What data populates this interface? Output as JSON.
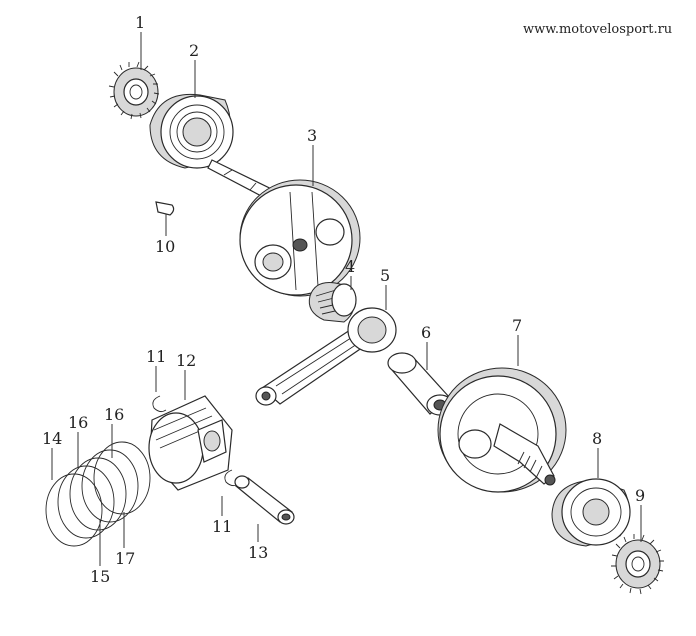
{
  "site_url": "www.motovelosport.ru",
  "callouts": {
    "c1": "1",
    "c2": "2",
    "c3": "3",
    "c4": "4",
    "c5": "5",
    "c6": "6",
    "c7": "7",
    "c8": "8",
    "c9": "9",
    "c10": "10",
    "c11a": "11",
    "c11b": "11",
    "c12": "12",
    "c13": "13",
    "c14": "14",
    "c15": "15",
    "c16a": "16",
    "c16b": "16",
    "c17": "17"
  }
}
